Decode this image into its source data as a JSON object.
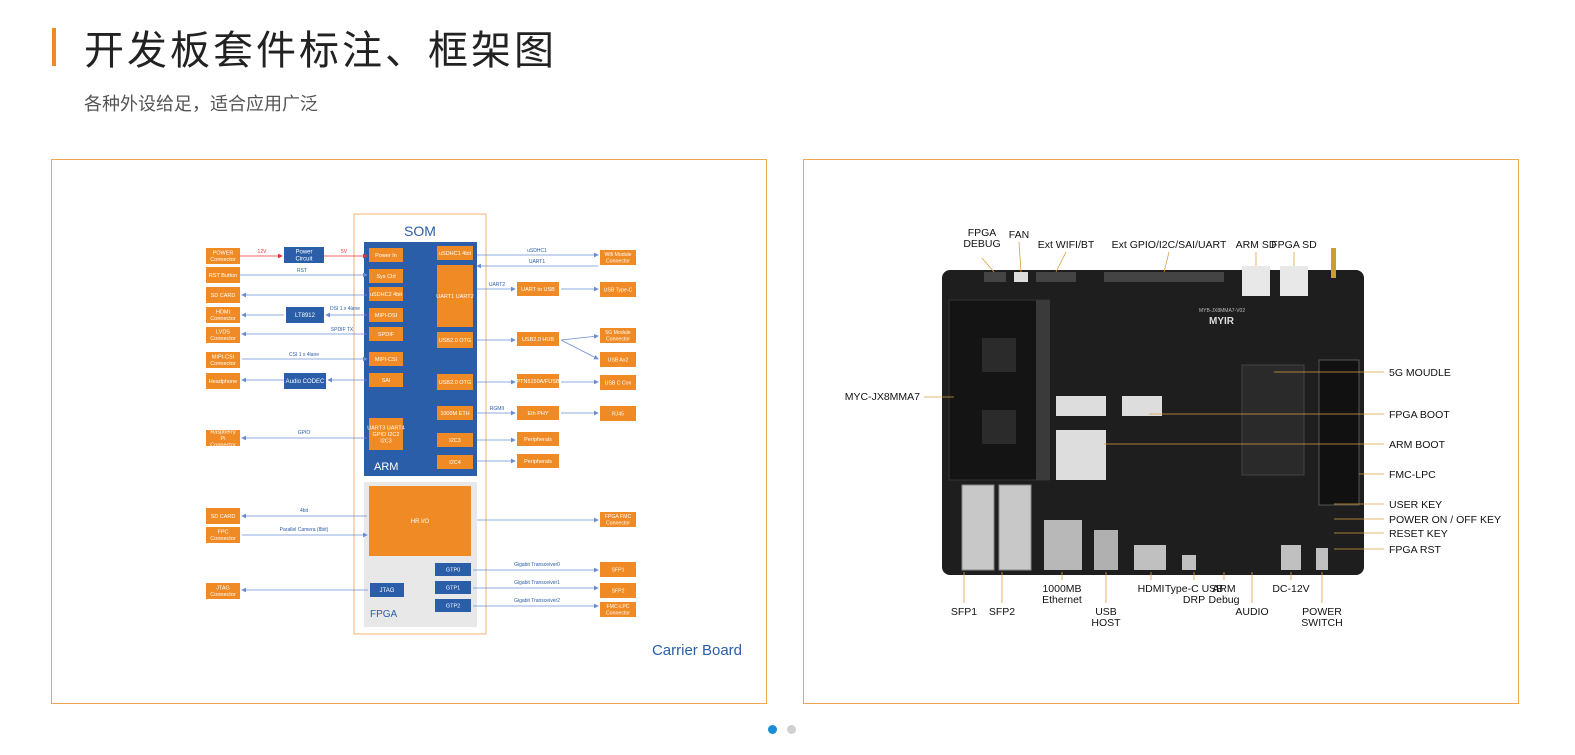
{
  "header": {
    "title": "开发板套件标注、框架图",
    "subtitle": "各种外设给足，适合应用广泛"
  },
  "colors": {
    "accent": "#f08a24",
    "som_blue": "#2a5ea8",
    "board": "#1e1e1e",
    "line": "#2a5ea8"
  },
  "diagram": {
    "som_label": "SOM",
    "arm_label": "ARM",
    "fpga_label": "FPGA",
    "carrier_label": "Carrier Board",
    "left_boxes": [
      "POWER Connector",
      "RST Button",
      "SD CARD",
      "HDMI Connector",
      "LVDS Connector",
      "MIPI-CSI Connector",
      "Headphone",
      "Raspberry Pi Connector",
      "SD CARD",
      "FPC Connector",
      "JTAG Connector"
    ],
    "middle_boxes": [
      "Power Circuit",
      "LT8912",
      "Audio CODEC"
    ],
    "arm_left_blocks": [
      "Power In",
      "Sys Ctrl",
      "uSDHC2 4bit",
      "MIPI-DSI",
      "SPDIF",
      "MIPI-CSI",
      "SAI",
      "UART3 UART4 GPIO I2C2 I2C3"
    ],
    "arm_right_blocks": [
      "uSDHC1 4bit",
      "UART1 UART2",
      "USB2.0 OTG",
      "USB2.0 OTG",
      "1000M ETH",
      "I2C3",
      "I2C4"
    ],
    "fpga_blocks": [
      "HR I/O",
      "JTAG",
      "GTP0",
      "GTP1",
      "GTP2"
    ],
    "mid_right_boxes": [
      "UART to USB",
      "USB2.0 HUB",
      "PTN5150A/FUSB",
      "Eth PHY",
      "Peripherals",
      "Peripherals"
    ],
    "right_boxes": [
      "Wifi Module Connector",
      "USB Type-C",
      "5G Module Connector",
      "USB Ax2",
      "USB C Con",
      "RJ45",
      "FPGA FMC Connector",
      "SFP1",
      "SFP2",
      "FMC-LPC Connector"
    ],
    "line_labels": [
      "12V",
      "5V",
      "RST",
      "CSI 1 x 4lane",
      "GPIO",
      "uSDHC1",
      "UART1",
      "UART2",
      "RGMII",
      "4bit",
      "Parallel Camera (8bit)",
      "Gigabit Transceiver0",
      "Gigabit Transceiver1",
      "Gigabit Transceiver2",
      "SPDIF TX",
      "DSI 1 x 4lane"
    ]
  },
  "board": {
    "top_labels": [
      "FPGA DEBUG",
      "FAN",
      "Ext WIFI/BT",
      "Ext GPIO/I2C/SAI/UART",
      "ARM SD",
      "FPGA SD"
    ],
    "left_labels": [
      "MYC-JX8MMA7"
    ],
    "right_labels": [
      "5G MOUDLE",
      "FPGA BOOT",
      "ARM BOOT",
      "FMC-LPC",
      "USER KEY",
      "POWER ON / OFF KEY",
      "RESET KEY",
      "FPGA RST"
    ],
    "bottom_labels": [
      "SFP1",
      "SFP2",
      "1000MB Ethernet",
      "USB HOST",
      "HDMI",
      "Type-C USB DRP",
      "ARM Debug",
      "AUDIO",
      "DC-12V",
      "POWER SWITCH"
    ],
    "silk_brand": "MYIR",
    "silk_model": "MYB-JX8MMA7-V02"
  }
}
